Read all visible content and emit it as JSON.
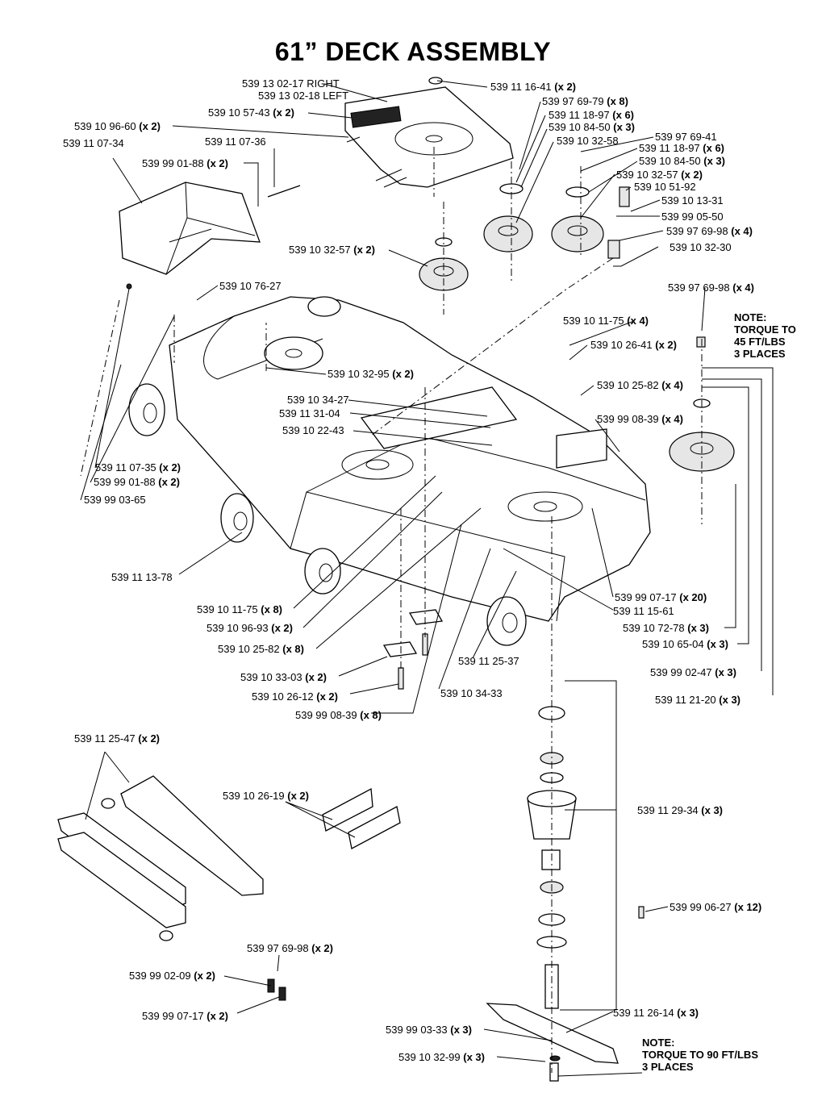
{
  "title": "61” DECK ASSEMBLY",
  "labels": [
    {
      "id": "l01",
      "part": "539 13 02-17 RIGHT",
      "qty": ""
    },
    {
      "id": "l02",
      "part": "539 13 02-18 LEFT",
      "qty": ""
    },
    {
      "id": "l03",
      "part": "539 10 57-43",
      "qty": "(x 2)"
    },
    {
      "id": "l04",
      "part": "539 10 96-60",
      "qty": "(x 2)"
    },
    {
      "id": "l05",
      "part": "539 11 07-34",
      "qty": ""
    },
    {
      "id": "l06",
      "part": "539 11 07-36",
      "qty": ""
    },
    {
      "id": "l07",
      "part": "539 99 01-88",
      "qty": "(x 2)"
    },
    {
      "id": "l08",
      "part": "539 11 16-41",
      "qty": "(x 2)"
    },
    {
      "id": "l09",
      "part": "539 97 69-79",
      "qty": "(x 8)"
    },
    {
      "id": "l10",
      "part": "539 11 18-97",
      "qty": "(x 6)"
    },
    {
      "id": "l11",
      "part": "539 10 84-50",
      "qty": "(x 3)"
    },
    {
      "id": "l12",
      "part": "539 10 32-58",
      "qty": ""
    },
    {
      "id": "l13",
      "part": "539 97 69-41",
      "qty": ""
    },
    {
      "id": "l14",
      "part": "539 11 18-97",
      "qty": "(x 6)"
    },
    {
      "id": "l15",
      "part": "539 10 84-50",
      "qty": "(x 3)"
    },
    {
      "id": "l16",
      "part": "539 10 32-57",
      "qty": "(x 2)"
    },
    {
      "id": "l17",
      "part": "539 10 51-92",
      "qty": ""
    },
    {
      "id": "l18",
      "part": "539 10 13-31",
      "qty": ""
    },
    {
      "id": "l19",
      "part": "539 99 05-50",
      "qty": ""
    },
    {
      "id": "l20",
      "part": "539 97 69-98",
      "qty": "(x 4)"
    },
    {
      "id": "l21",
      "part": "539 10 32-30",
      "qty": ""
    },
    {
      "id": "l22",
      "part": "539 10 32-57",
      "qty": "(x 2)"
    },
    {
      "id": "l23",
      "part": "539 10 76-27",
      "qty": ""
    },
    {
      "id": "l24",
      "part": "539 97 69-98",
      "qty": "(x 4)"
    },
    {
      "id": "l25",
      "part": "539 10 11-75",
      "qty": "(x 4)"
    },
    {
      "id": "l26",
      "part": "539 10 26-41",
      "qty": "(x 2)"
    },
    {
      "id": "l27",
      "part": "539 10 32-95",
      "qty": "(x 2)"
    },
    {
      "id": "l28",
      "part": "539 10 25-82",
      "qty": "(x 4)"
    },
    {
      "id": "l29",
      "part": "539 10 34-27",
      "qty": ""
    },
    {
      "id": "l30",
      "part": "539 11 31-04",
      "qty": ""
    },
    {
      "id": "l31",
      "part": "539 10 22-43",
      "qty": ""
    },
    {
      "id": "l32",
      "part": "539 99 08-39",
      "qty": "(x 4)"
    },
    {
      "id": "l33",
      "part": "539 11 07-35",
      "qty": "(x 2)"
    },
    {
      "id": "l34",
      "part": "539 99 01-88",
      "qty": "(x 2)"
    },
    {
      "id": "l35",
      "part": "539 99 03-65",
      "qty": ""
    },
    {
      "id": "l36",
      "part": "539 11 13-78",
      "qty": ""
    },
    {
      "id": "l37",
      "part": "539 10 11-75",
      "qty": "(x 8)"
    },
    {
      "id": "l38",
      "part": "539 10 96-93",
      "qty": "(x 2)"
    },
    {
      "id": "l39",
      "part": "539 10 25-82",
      "qty": "(x 8)"
    },
    {
      "id": "l40",
      "part": "539 10 33-03",
      "qty": "(x 2)"
    },
    {
      "id": "l41",
      "part": "539 10 26-12",
      "qty": "(x 2)"
    },
    {
      "id": "l42",
      "part": "539 99 08-39",
      "qty": "(x 8)"
    },
    {
      "id": "l43",
      "part": "539 11 25-37",
      "qty": ""
    },
    {
      "id": "l44",
      "part": "539 10 34-33",
      "qty": ""
    },
    {
      "id": "l45",
      "part": "539 99 07-17",
      "qty": "(x 20)"
    },
    {
      "id": "l46",
      "part": "539 11 15-61",
      "qty": ""
    },
    {
      "id": "l47",
      "part": "539 10 72-78",
      "qty": "(x 3)"
    },
    {
      "id": "l48",
      "part": "539 10 65-04",
      "qty": "(x 3)"
    },
    {
      "id": "l49",
      "part": "539 99 02-47",
      "qty": "(x 3)"
    },
    {
      "id": "l50",
      "part": "539 11 21-20",
      "qty": "(x 3)"
    },
    {
      "id": "l51",
      "part": "539 11 25-47",
      "qty": "(x 2)"
    },
    {
      "id": "l52",
      "part": "539 10 26-19",
      "qty": "(x 2)"
    },
    {
      "id": "l53",
      "part": "539 11 29-34",
      "qty": "(x 3)"
    },
    {
      "id": "l54",
      "part": "539 99 06-27",
      "qty": "(x 12)"
    },
    {
      "id": "l55",
      "part": "539 97 69-98",
      "qty": "(x 2)"
    },
    {
      "id": "l56",
      "part": "539 99 02-09",
      "qty": "(x 2)"
    },
    {
      "id": "l57",
      "part": "539 99 07-17",
      "qty": "(x 2)"
    },
    {
      "id": "l58",
      "part": "539 11 26-14",
      "qty": "(x 3)"
    },
    {
      "id": "l59",
      "part": "539 99 03-33",
      "qty": "(x 3)"
    },
    {
      "id": "l60",
      "part": "539 10 32-99",
      "qty": "(x 3)"
    }
  ],
  "notes": [
    {
      "id": "n1",
      "lines": [
        "NOTE:",
        "TORQUE TO",
        "45 FT/LBS",
        "3 PLACES"
      ]
    },
    {
      "id": "n2",
      "lines": [
        "NOTE:",
        "TORQUE TO 90 FT/LBS",
        "3 PLACES"
      ]
    }
  ]
}
